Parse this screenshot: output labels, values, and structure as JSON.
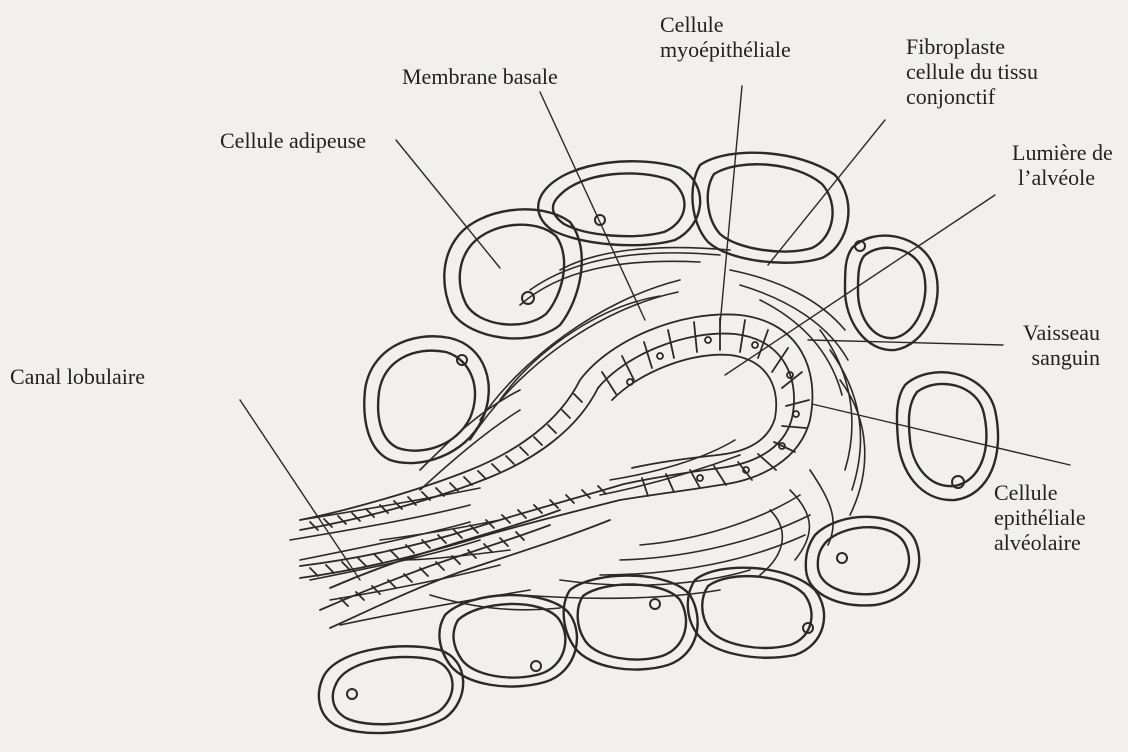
{
  "labels": {
    "cellule_adipeuse": "Cellule adipeuse",
    "membrane_basale": "Membrane basale",
    "cellule_myo": [
      "Cellule",
      "myoépithéliale"
    ],
    "fibroplaste": [
      "Fibroplaste",
      "cellule du tissu",
      "conjonctif"
    ],
    "lumiere": [
      "Lumière de",
      "l’alvéole"
    ],
    "vaisseau": [
      "Vaisseau",
      "sanguin"
    ],
    "canal": "Canal lobulaire",
    "epitheliale": [
      "Cellule",
      "epithéliale",
      "alvéolaire"
    ]
  }
}
